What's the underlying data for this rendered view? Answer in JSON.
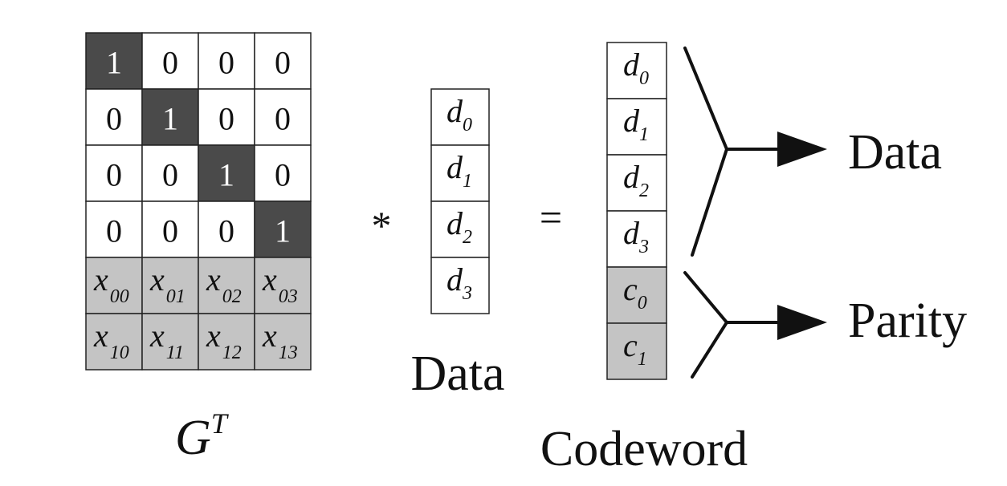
{
  "matrix": {
    "identity": [
      [
        "1",
        "0",
        "0",
        "0"
      ],
      [
        "0",
        "1",
        "0",
        "0"
      ],
      [
        "0",
        "0",
        "1",
        "0"
      ],
      [
        "0",
        "0",
        "0",
        "1"
      ]
    ],
    "parity_rows": [
      [
        {
          "base": "x",
          "sub": "00"
        },
        {
          "base": "x",
          "sub": "01"
        },
        {
          "base": "x",
          "sub": "02"
        },
        {
          "base": "x",
          "sub": "03"
        }
      ],
      [
        {
          "base": "x",
          "sub": "10"
        },
        {
          "base": "x",
          "sub": "11"
        },
        {
          "base": "x",
          "sub": "12"
        },
        {
          "base": "x",
          "sub": "13"
        }
      ]
    ],
    "label_base": "G",
    "label_sup": "T"
  },
  "operators": {
    "multiply": "*",
    "equals": "="
  },
  "data_vector": {
    "cells": [
      {
        "base": "d",
        "sub": "0"
      },
      {
        "base": "d",
        "sub": "1"
      },
      {
        "base": "d",
        "sub": "2"
      },
      {
        "base": "d",
        "sub": "3"
      }
    ],
    "label": "Data"
  },
  "codeword": {
    "data_cells": [
      {
        "base": "d",
        "sub": "0"
      },
      {
        "base": "d",
        "sub": "1"
      },
      {
        "base": "d",
        "sub": "2"
      },
      {
        "base": "d",
        "sub": "3"
      }
    ],
    "parity_cells": [
      {
        "base": "c",
        "sub": "0"
      },
      {
        "base": "c",
        "sub": "1"
      }
    ],
    "label": "Codeword"
  },
  "brackets": {
    "data_label": "Data",
    "parity_label": "Parity"
  },
  "colors": {
    "identity_diagonal": "#4a4a4a",
    "parity_fill": "#c4c4c4",
    "background": "#ffffff"
  }
}
